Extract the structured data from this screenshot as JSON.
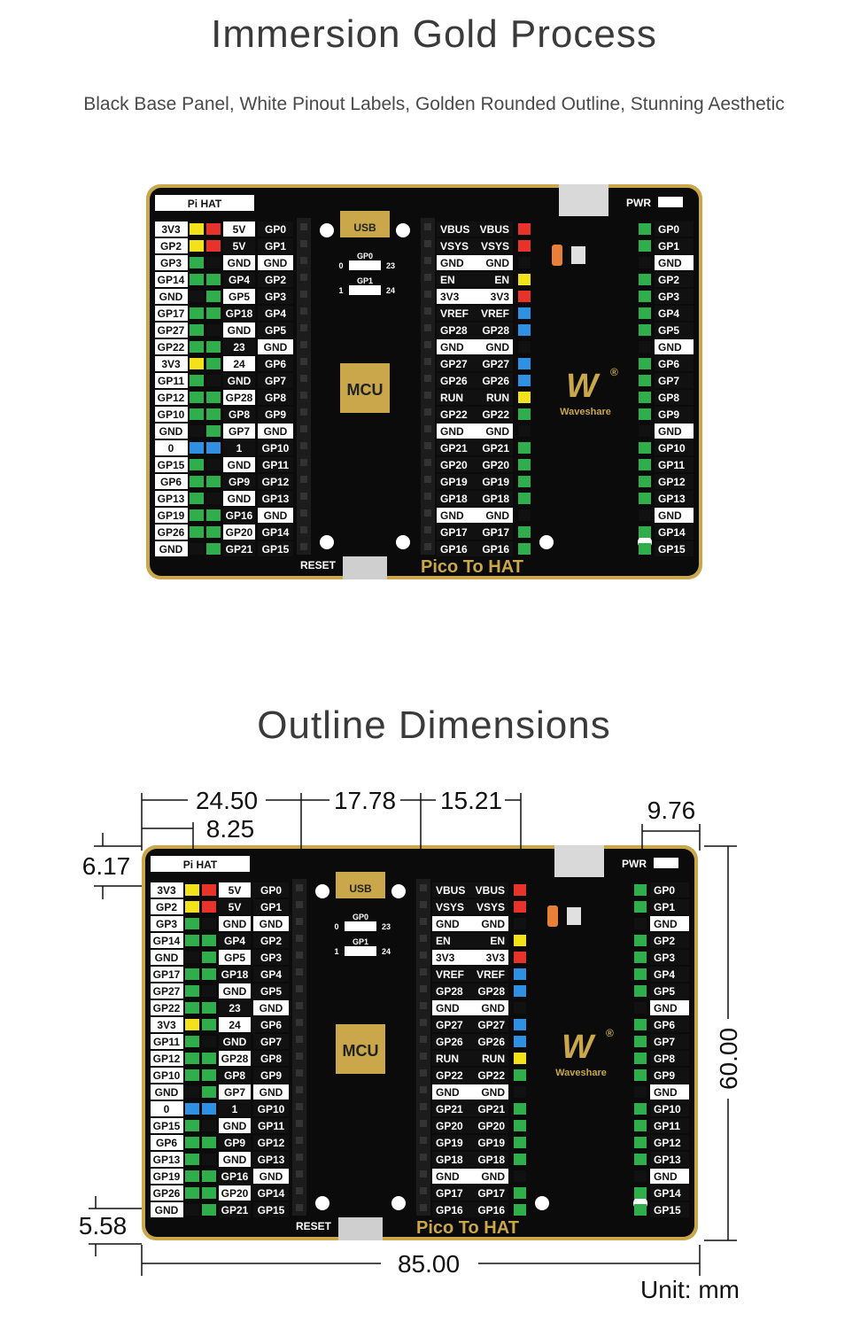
{
  "header": {
    "title": "Immersion Gold Process",
    "subtitle": "Black Base Panel, White Pinout Labels, Golden Rounded Outline, Stunning Aesthetic"
  },
  "section2": {
    "title": "Outline Dimensions",
    "unit": "Unit: mm"
  },
  "board": {
    "pihat": "Pi HAT",
    "usb": "USB",
    "mcu": "MCU",
    "pwr": "PWR",
    "reset": "RESET",
    "name": "Pico To HAT",
    "brand": "Waveshare",
    "brand_mark": "W",
    "reg": "®",
    "jumper_gp0": "GP0",
    "jumper_gp1": "GP1",
    "j0_left": "0",
    "j0_right": "23",
    "j1_left": "1",
    "j1_right": "24",
    "rows": [
      {
        "a": "3V3",
        "b": "5V",
        "c": "GP0",
        "cl": [
          "#f2e21b",
          "#e8332b"
        ]
      },
      {
        "a": "GP2",
        "b": "5V",
        "c": "GP1",
        "cl": [
          "#f2e21b",
          "#e8332b"
        ]
      },
      {
        "a": "GP3",
        "b": "GND",
        "c": "GND",
        "cl": [
          "#2fae4b",
          "#111111"
        ]
      },
      {
        "a": "GP14",
        "b": "GP4",
        "c": "GP2",
        "cl": [
          "#2fae4b",
          "#2fae4b"
        ]
      },
      {
        "a": "GND",
        "b": "GP5",
        "c": "GP3",
        "cl": [
          "#111111",
          "#2fae4b"
        ]
      },
      {
        "a": "GP17",
        "b": "GP18",
        "c": "GP4",
        "cl": [
          "#2fae4b",
          "#2fae4b"
        ]
      },
      {
        "a": "GP27",
        "b": "GND",
        "c": "GP5",
        "cl": [
          "#2fae4b",
          "#111111"
        ]
      },
      {
        "a": "GP22",
        "b": "23",
        "c": "GND",
        "cl": [
          "#2fae4b",
          "#2fae4b"
        ]
      },
      {
        "a": "3V3",
        "b": "24",
        "c": "GP6",
        "cl": [
          "#f2e21b",
          "#2fae4b"
        ]
      },
      {
        "a": "GP11",
        "b": "GND",
        "c": "GP7",
        "cl": [
          "#2fae4b",
          "#111111"
        ]
      },
      {
        "a": "GP12",
        "b": "GP28",
        "c": "GP8",
        "cl": [
          "#2fae4b",
          "#2fae4b"
        ]
      },
      {
        "a": "GP10",
        "b": "GP8",
        "c": "GP9",
        "cl": [
          "#2fae4b",
          "#2fae4b"
        ]
      },
      {
        "a": "GND",
        "b": "GP7",
        "c": "GND",
        "cl": [
          "#111111",
          "#2fae4b"
        ]
      },
      {
        "a": "0",
        "b": "1",
        "c": "GP10",
        "cl": [
          "#2f8fe0",
          "#2f8fe0"
        ]
      },
      {
        "a": "GP15",
        "b": "GND",
        "c": "GP11",
        "cl": [
          "#2fae4b",
          "#111111"
        ]
      },
      {
        "a": "GP6",
        "b": "GP9",
        "c": "GP12",
        "cl": [
          "#2fae4b",
          "#2fae4b"
        ]
      },
      {
        "a": "GP13",
        "b": "GND",
        "c": "GP13",
        "cl": [
          "#2fae4b",
          "#111111"
        ]
      },
      {
        "a": "GP19",
        "b": "GP16",
        "c": "GND",
        "cl": [
          "#2fae4b",
          "#2fae4b"
        ]
      },
      {
        "a": "GP26",
        "b": "GP20",
        "c": "GP14",
        "cl": [
          "#2fae4b",
          "#2fae4b"
        ]
      },
      {
        "a": "GND",
        "b": "GP21",
        "c": "GP15",
        "cl": [
          "#111111",
          "#2fae4b"
        ]
      }
    ],
    "mid_rows": [
      {
        "l": "VBUS",
        "r": "VBUS",
        "c": "#e8332b"
      },
      {
        "l": "VSYS",
        "r": "VSYS",
        "c": "#e8332b"
      },
      {
        "l": "GND",
        "r": "GND",
        "c": "#111111"
      },
      {
        "l": "EN",
        "r": "EN",
        "c": "#f2e21b"
      },
      {
        "l": "3V3",
        "r": "3V3",
        "c": "#e8332b"
      },
      {
        "l": "VREF",
        "r": "VREF",
        "c": "#2f8fe0"
      },
      {
        "l": "GP28",
        "r": "GP28",
        "c": "#2f8fe0"
      },
      {
        "l": "GND",
        "r": "GND",
        "c": "#111111"
      },
      {
        "l": "GP27",
        "r": "GP27",
        "c": "#2f8fe0"
      },
      {
        "l": "GP26",
        "r": "GP26",
        "c": "#2f8fe0"
      },
      {
        "l": "RUN",
        "r": "RUN",
        "c": "#f2e21b"
      },
      {
        "l": "GP22",
        "r": "GP22",
        "c": "#2fae4b"
      },
      {
        "l": "GND",
        "r": "GND",
        "c": "#111111"
      },
      {
        "l": "GP21",
        "r": "GP21",
        "c": "#2fae4b"
      },
      {
        "l": "GP20",
        "r": "GP20",
        "c": "#2fae4b"
      },
      {
        "l": "GP19",
        "r": "GP19",
        "c": "#2fae4b"
      },
      {
        "l": "GP18",
        "r": "GP18",
        "c": "#2fae4b"
      },
      {
        "l": "GND",
        "r": "GND",
        "c": "#111111"
      },
      {
        "l": "GP17",
        "r": "GP17",
        "c": "#2fae4b"
      },
      {
        "l": "GP16",
        "r": "GP16",
        "c": "#2fae4b"
      }
    ],
    "right_rows": [
      "GP0",
      "GP1",
      "GND",
      "GP2",
      "GP3",
      "GP4",
      "GP5",
      "GND",
      "GP6",
      "GP7",
      "GP8",
      "GP9",
      "GND",
      "GP10",
      "GP11",
      "GP12",
      "GP13",
      "GND",
      "GP14",
      "GP15"
    ]
  },
  "dimensions": {
    "d1": "24.50",
    "d2": "17.78",
    "d3": "15.21",
    "d4": "9.76",
    "d5": "8.25",
    "d6": "6.17",
    "d7": "60.00",
    "d8": "5.58",
    "d9": "85.00"
  },
  "colors": {
    "board": "#0b0b0b",
    "gold": "#c9a74a",
    "green": "#2fae4b",
    "red": "#e8332b",
    "yellow": "#f2e21b",
    "blue": "#2f8fe0"
  }
}
